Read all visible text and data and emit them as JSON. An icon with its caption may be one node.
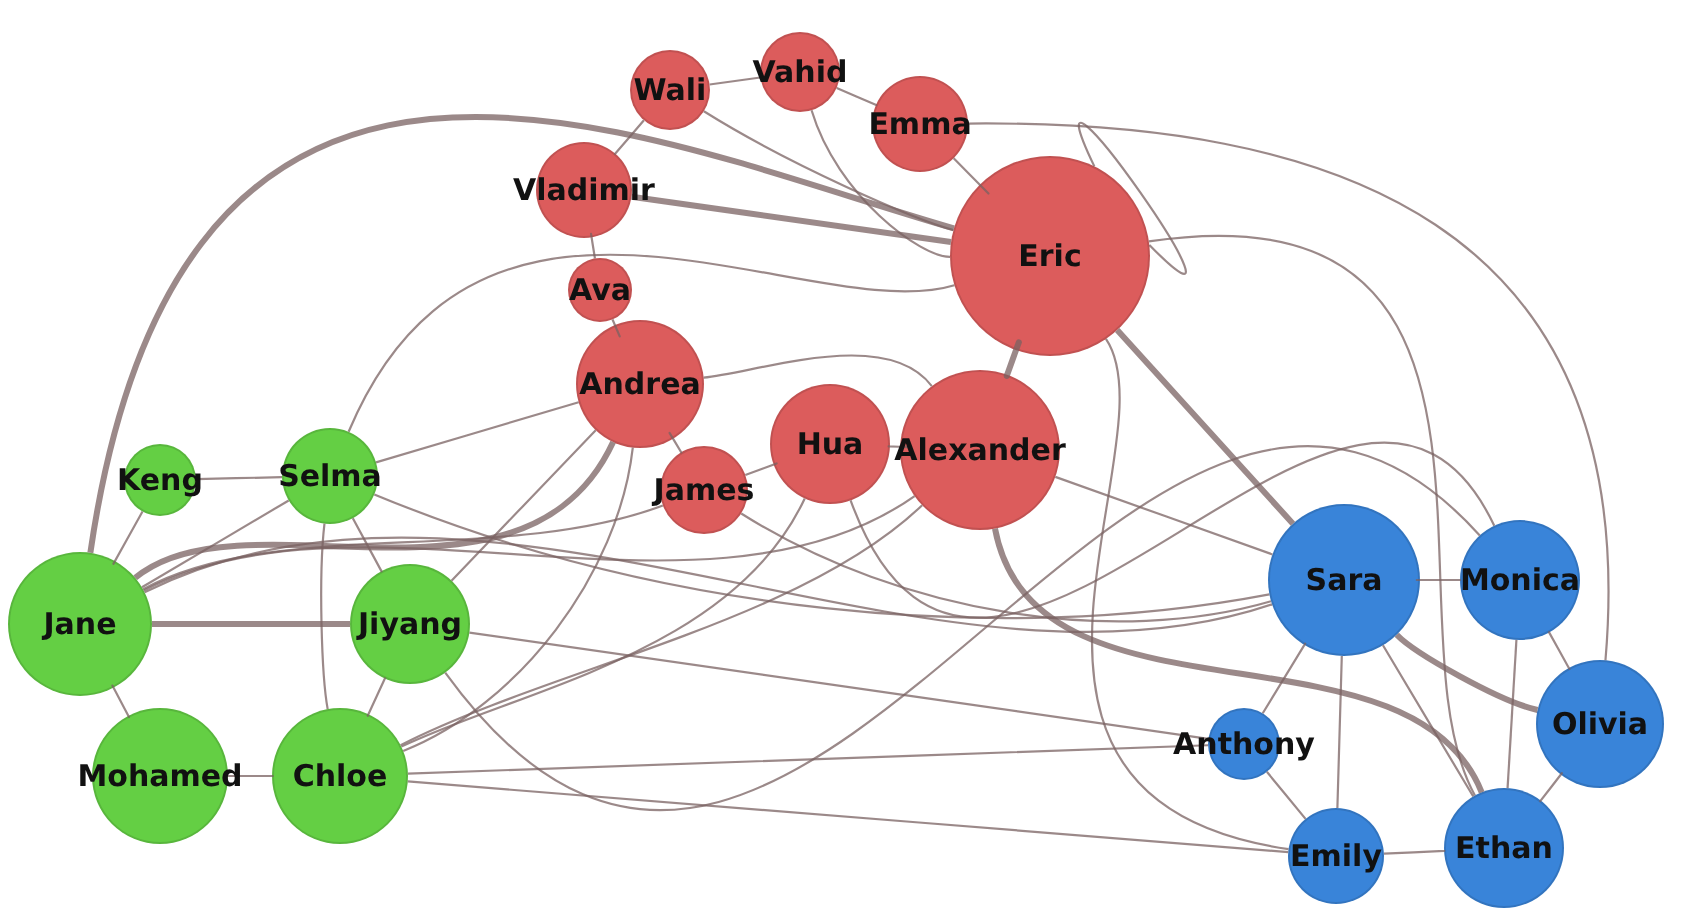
{
  "diagram": {
    "nodes": [
      {
        "text": [
          "Wali"
        ]
      },
      {
        "text": [
          "Vahid"
        ]
      },
      {
        "text": [
          "Vladimir"
        ]
      },
      {
        "text": [
          "Emma"
        ]
      },
      {
        "text": [
          "Ava"
        ]
      },
      {
        "text": [
          "Eric"
        ]
      },
      {
        "text": [
          "Andrea"
        ]
      },
      {
        "text": [
          "Alexander"
        ]
      },
      {
        "text": [
          "James"
        ]
      },
      {
        "text": [
          "Hua"
        ]
      },
      {
        "text": [
          "Keng"
        ]
      },
      {
        "text": [
          "Selma"
        ]
      },
      {
        "text": [
          "Jane"
        ]
      },
      {
        "text": [
          "Jiyang"
        ]
      },
      {
        "text": [
          "Mohamed"
        ]
      },
      {
        "text": [
          "Chloe"
        ]
      },
      {
        "text": [
          "Sara"
        ]
      },
      {
        "text": [
          "Monica"
        ]
      },
      {
        "text": [
          "Anthony"
        ]
      },
      {
        "text": [
          "Olivia"
        ]
      },
      {
        "text": [
          "Emily"
        ]
      },
      {
        "text": [
          "Ethan"
        ]
      }
    ],
    "edges": [
      {
        "from": 0,
        "to": 1,
        "arrow": "none"
      },
      {
        "from": 0,
        "to": 2,
        "arrow": "none"
      },
      {
        "from": 1,
        "to": 3,
        "arrow": "none"
      },
      {
        "from": 2,
        "to": 4,
        "arrow": "none"
      },
      {
        "from": 3,
        "to": 5,
        "arrow": "none"
      },
      {
        "from": 5,
        "to": 7,
        "arrow": "none",
        "style": "thick"
      },
      {
        "from": 6,
        "to": 7,
        "arrow": "none"
      },
      {
        "from": 6,
        "to": 8,
        "arrow": "none"
      },
      {
        "from": 8,
        "to": 9,
        "arrow": "none"
      },
      {
        "from": 9,
        "to": 7,
        "arrow": "none"
      },
      {
        "from": 4,
        "to": 6,
        "arrow": "none"
      },
      {
        "from": 2,
        "to": 5,
        "arrow": "none",
        "style": "thick"
      },
      {
        "from": 0,
        "to": 5,
        "arrow": "none"
      },
      {
        "from": 1,
        "to": 5,
        "arrow": "none"
      },
      {
        "from": 5,
        "to": 5,
        "arrow": "none"
      },
      {
        "from": 10,
        "to": 11,
        "arrow": "none"
      },
      {
        "from": 10,
        "to": 12,
        "arrow": "none"
      },
      {
        "from": 12,
        "to": 13,
        "arrow": "none",
        "style": "thick"
      },
      {
        "from": 12,
        "to": 14,
        "arrow": "none"
      },
      {
        "from": 14,
        "to": 15,
        "arrow": "none"
      },
      {
        "from": 13,
        "to": 15,
        "arrow": "none"
      },
      {
        "from": 11,
        "to": 13,
        "arrow": "none"
      },
      {
        "from": 11,
        "to": 12,
        "arrow": "none"
      },
      {
        "from": 11,
        "to": 15,
        "arrow": "none"
      },
      {
        "from": 16,
        "to": 17,
        "arrow": "none"
      },
      {
        "from": 16,
        "to": 19,
        "arrow": "none",
        "style": "thick"
      },
      {
        "from": 17,
        "to": 19,
        "arrow": "none"
      },
      {
        "from": 16,
        "to": 18,
        "arrow": "none"
      },
      {
        "from": 18,
        "to": 20,
        "arrow": "none"
      },
      {
        "from": 20,
        "to": 21,
        "arrow": "none"
      },
      {
        "from": 19,
        "to": 21,
        "arrow": "none"
      },
      {
        "from": 16,
        "to": 21,
        "arrow": "none"
      },
      {
        "from": 17,
        "to": 21,
        "arrow": "none"
      },
      {
        "from": 16,
        "to": 20,
        "arrow": "none"
      },
      {
        "from": 5,
        "to": 12,
        "arrow": "none",
        "style": "thick"
      },
      {
        "from": 7,
        "to": 12,
        "arrow": "none"
      },
      {
        "from": 6,
        "to": 12,
        "arrow": "none",
        "style": "thick"
      },
      {
        "from": 6,
        "to": 13,
        "arrow": "none"
      },
      {
        "from": 9,
        "to": 15,
        "arrow": "none"
      },
      {
        "from": 7,
        "to": 15,
        "arrow": "none"
      },
      {
        "from": 5,
        "to": 11,
        "arrow": "none"
      },
      {
        "from": 8,
        "to": 12,
        "arrow": "none"
      },
      {
        "from": 6,
        "to": 11,
        "arrow": "none"
      },
      {
        "from": 6,
        "to": 15,
        "arrow": "none"
      },
      {
        "from": 5,
        "to": 16,
        "arrow": "none",
        "style": "thick"
      },
      {
        "from": 7,
        "to": 16,
        "arrow": "none"
      },
      {
        "from": 5,
        "to": 21,
        "arrow": "none"
      },
      {
        "from": 7,
        "to": 21,
        "arrow": "none",
        "style": "thick"
      },
      {
        "from": 9,
        "to": 17,
        "arrow": "none"
      },
      {
        "from": 3,
        "to": 19,
        "arrow": "none"
      },
      {
        "from": 5,
        "to": 20,
        "arrow": "none"
      },
      {
        "from": 8,
        "to": 16,
        "arrow": "none"
      },
      {
        "from": 12,
        "to": 16,
        "arrow": "none"
      },
      {
        "from": 13,
        "to": 18,
        "arrow": "none"
      },
      {
        "from": 15,
        "to": 20,
        "arrow": "none"
      },
      {
        "from": 15,
        "to": 18,
        "arrow": "none"
      },
      {
        "from": 11,
        "to": 16,
        "arrow": "none"
      },
      {
        "from": 13,
        "to": 17,
        "arrow": "none"
      }
    ]
  }
}
